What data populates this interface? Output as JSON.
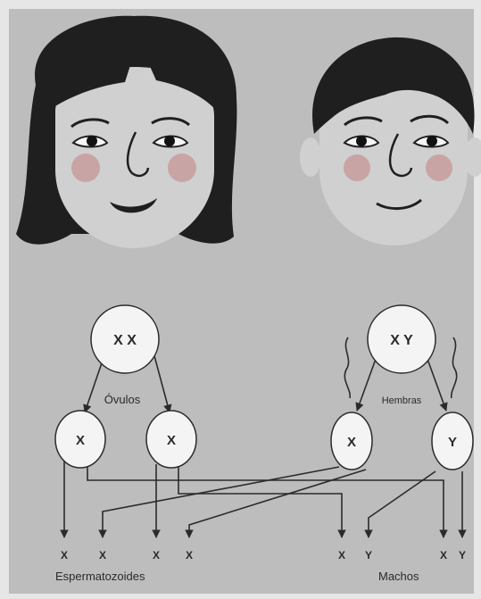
{
  "colors": {
    "background": "#bdbdbd",
    "frame": "#e6e6e6",
    "skin": "#d0d0d0",
    "hair": "#1f1f1f",
    "cheek": "#c9a4a4",
    "cell_fill": "#f4f4f4",
    "line": "#2b2b2b"
  },
  "cells": {
    "female_parent": "X X",
    "male_parent": "X Y",
    "egg_1": "X",
    "egg_2": "X",
    "male_gamete_1": "X",
    "male_gamete_2": "Y"
  },
  "labels": {
    "eggs": "Óvulos",
    "female_gametes_group": "Hembras",
    "sperm": "Espermatozoides",
    "males": "Machos"
  },
  "offspring": {
    "left": [
      "X",
      "X",
      "X",
      "X"
    ],
    "right": [
      "X",
      "Y",
      "X",
      "Y"
    ]
  }
}
